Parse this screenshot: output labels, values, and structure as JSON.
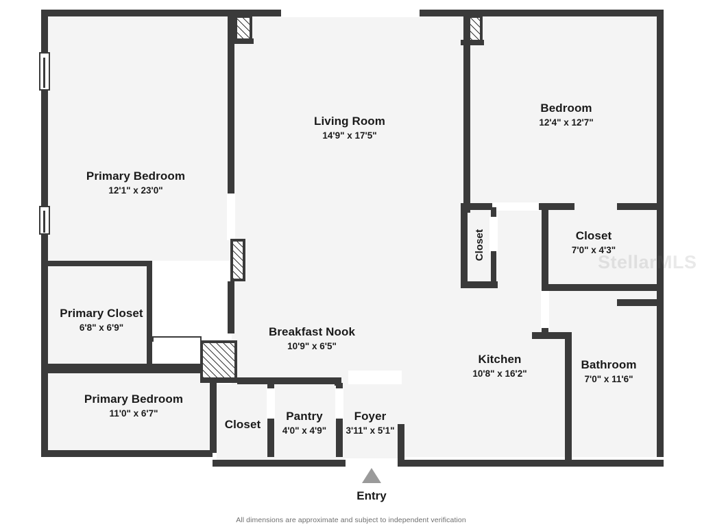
{
  "document": {
    "type": "floor-plan",
    "disclaimer": "All dimensions are approximate and subject to independent verification",
    "watermark": "StellarMLS"
  },
  "entry": {
    "label": "Entry",
    "marker": "triangle-up-arrow"
  },
  "rooms": [
    {
      "id": "primary_bedroom_main",
      "name": "Primary Bedroom",
      "dims": "12'1\" x 23'0\""
    },
    {
      "id": "living_room",
      "name": "Living Room",
      "dims": "14'9\" x 17'5\""
    },
    {
      "id": "bedroom",
      "name": "Bedroom",
      "dims": "12'4\" x 12'7\""
    },
    {
      "id": "closet_hall",
      "name": "Closet",
      "dims": ""
    },
    {
      "id": "closet_bedroom",
      "name": "Closet",
      "dims": "7'0\" x 4'3\""
    },
    {
      "id": "primary_closet",
      "name": "Primary Closet",
      "dims": "6'8\" x 6'9\""
    },
    {
      "id": "breakfast_nook",
      "name": "Breakfast Nook",
      "dims": "10'9\" x 6'5\""
    },
    {
      "id": "kitchen",
      "name": "Kitchen",
      "dims": "10'8\" x 16'2\""
    },
    {
      "id": "bathroom",
      "name": "Bathroom",
      "dims": "7'0\" x 11'6\""
    },
    {
      "id": "primary_bedroom_sec",
      "name": "Primary Bedroom",
      "dims": "11'0\" x 6'7\""
    },
    {
      "id": "closet_front",
      "name": "Closet",
      "dims": ""
    },
    {
      "id": "pantry",
      "name": "Pantry",
      "dims": "4'0\" x 4'9\""
    },
    {
      "id": "foyer",
      "name": "Foyer",
      "dims": "3'11\" x 5'1\""
    }
  ],
  "colors": {
    "wall": "#3a3a3a",
    "floor": "#f4f4f4",
    "background": "#ffffff",
    "text": "#1a1a1a",
    "entry_marker": "#9a9a9a",
    "disclaimer_text": "#6e6e6e"
  }
}
